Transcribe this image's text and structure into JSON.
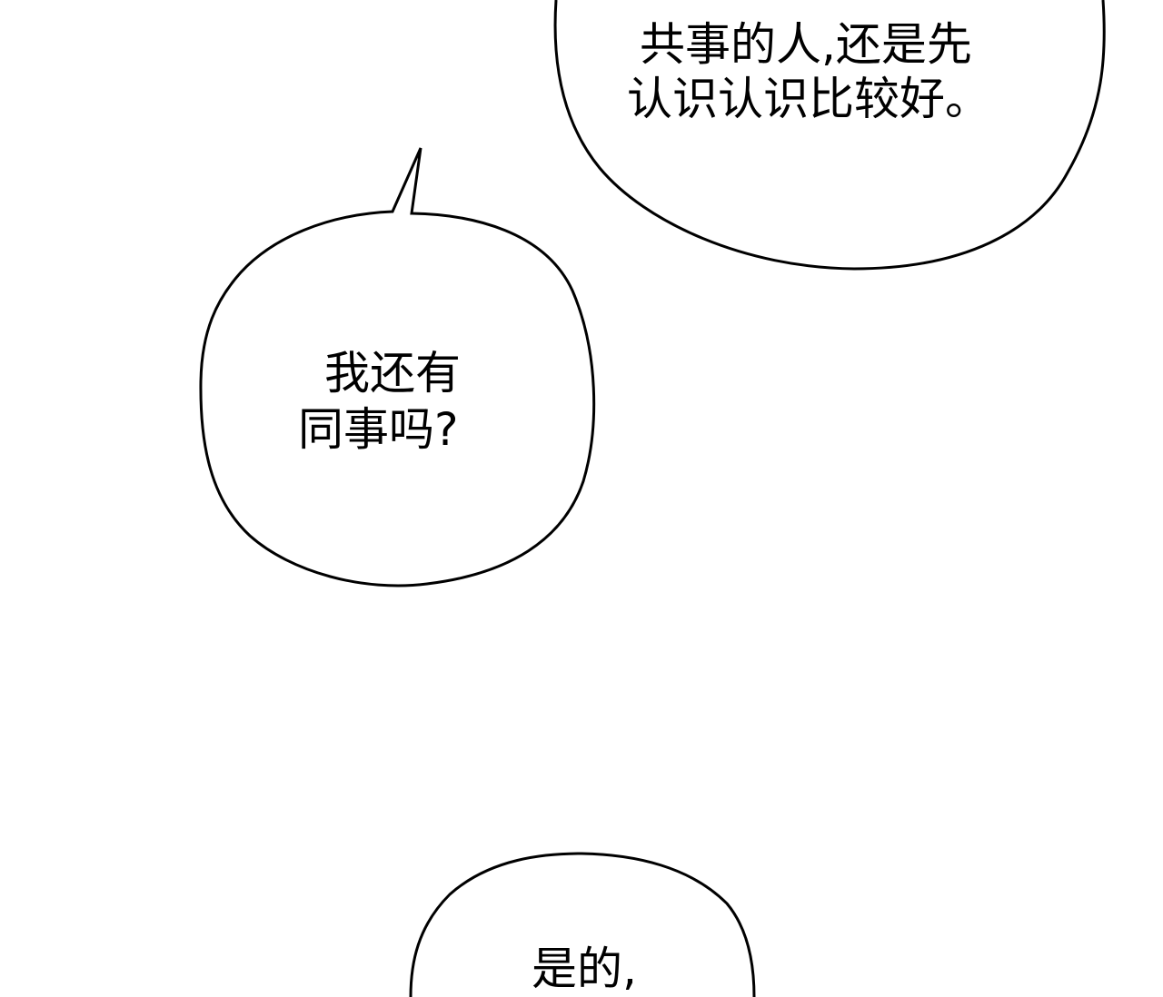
{
  "bubbles": {
    "top": {
      "line1": "共事的人,还是先",
      "line2": "认识认识比较好。"
    },
    "middle": {
      "line1": "我还有",
      "line2": "同事吗?"
    },
    "bottom": {
      "line1": "是的,"
    }
  },
  "colors": {
    "background": "#ffffff",
    "ink": "#000000"
  }
}
